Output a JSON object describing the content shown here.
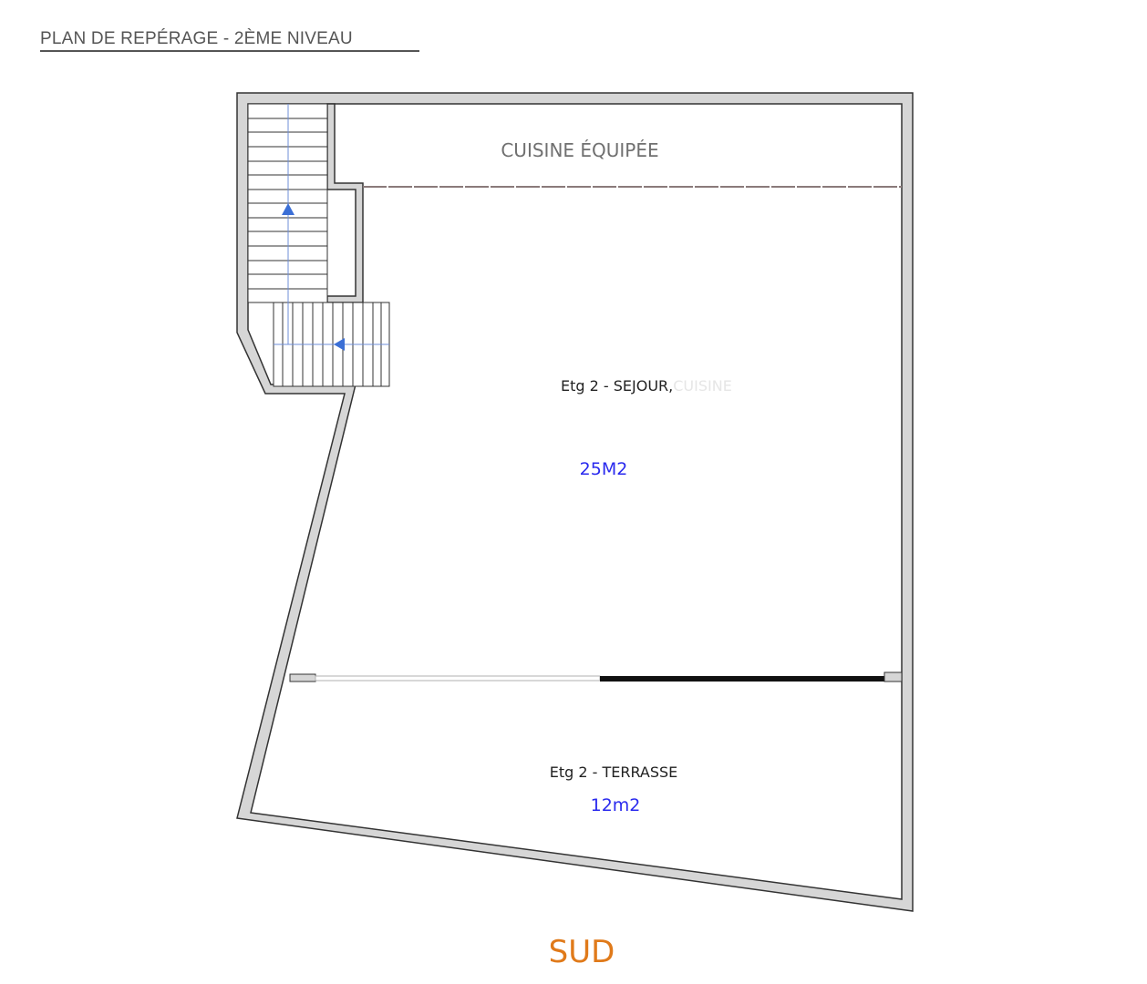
{
  "title": "PLAN DE REPÉRAGE - 2ÈME NIVEAU",
  "rooms": {
    "kitchen": {
      "label": "CUISINE ÉQUIPÉE"
    },
    "living": {
      "label": "Etg 2 - SEJOUR,",
      "faded_suffix": "CUISINE",
      "area": "25M2"
    },
    "terrace": {
      "label": "Etg 2 - TERRASSE",
      "area": "12m2"
    }
  },
  "orientation": "SUD",
  "colors": {
    "wall_fill": "#d6d6d6",
    "wall_stroke": "#333333",
    "area_text": "#2a2aee",
    "orientation_text": "#e07a1a",
    "stair_arrow": "#3b6fd6",
    "title_text": "#555555"
  }
}
